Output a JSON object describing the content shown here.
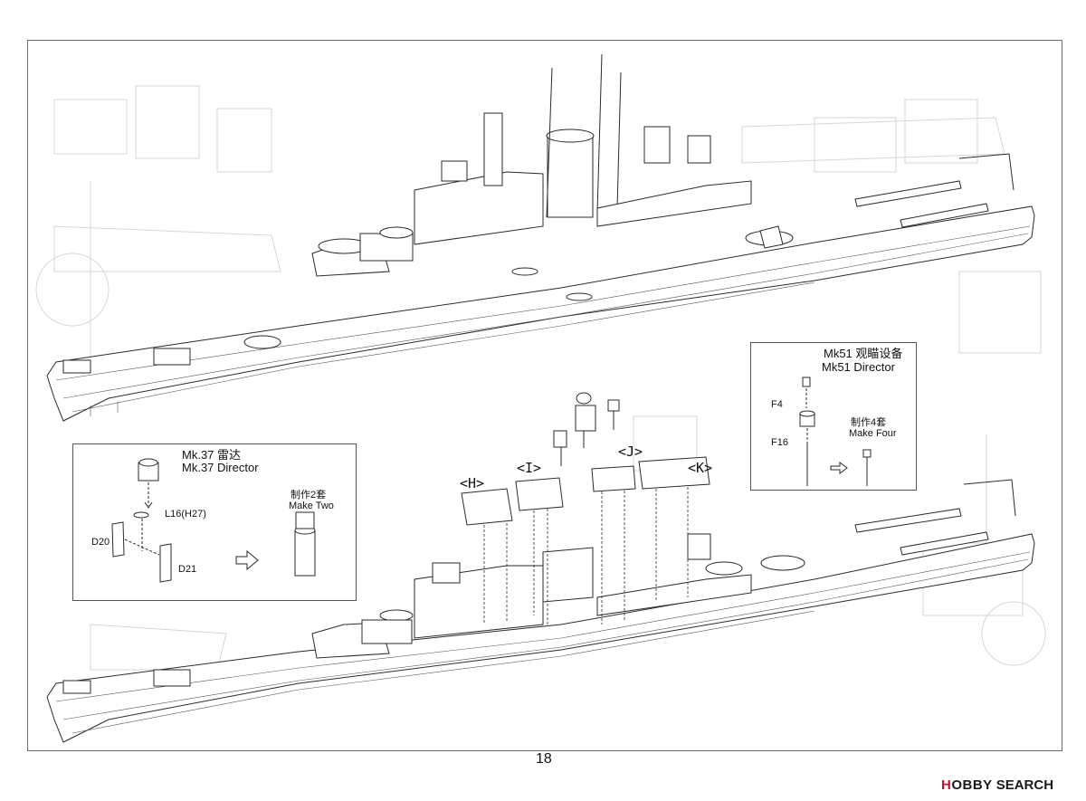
{
  "page": {
    "number": "18"
  },
  "watermark": {
    "brand_prefix": "H",
    "brand_rest": "OBBY",
    "suffix": "SEARCH"
  },
  "callout_mk37": {
    "title_cn": "Mk.37 雷达",
    "title_en": "Mk.37 Director",
    "part_top": "L16(H27)",
    "part_left": "D20",
    "part_bottom": "D21",
    "make_cn": "制作2套",
    "make_en": "Make Two"
  },
  "callout_mk51": {
    "title_cn": "Mk51 观瞄设备",
    "title_en": "Mk51  Director",
    "part_a": "F4",
    "part_b": "F16",
    "make_cn": "制作4套",
    "make_en": "Make Four"
  },
  "annotations": {
    "h": "<H>",
    "i": "<I>",
    "j": "<J>",
    "k": "<K>"
  },
  "colors": {
    "ink": "#2a2a2a",
    "ghost": "#d6d6d6",
    "brand_red": "#c8102e"
  }
}
